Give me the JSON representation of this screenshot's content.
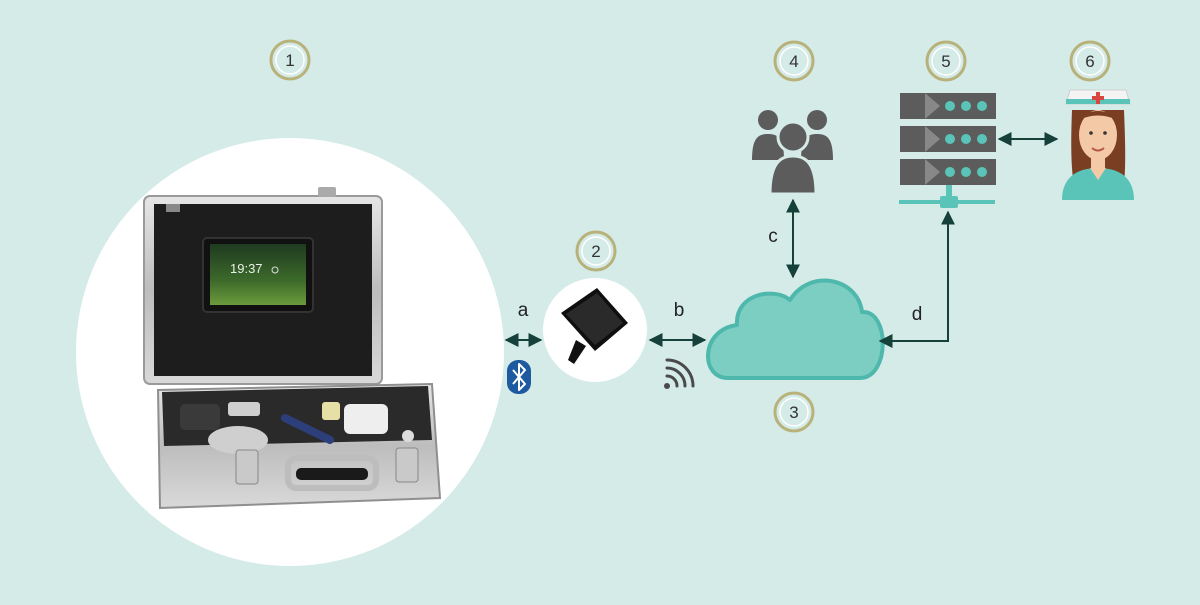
{
  "colors": {
    "background": "#d4ebe8",
    "badge_ring": "#b8b27a",
    "connector": "#16403a",
    "cloud": "#7ccdc2",
    "cloud_stroke": "#4fb8ac",
    "icon_gray": "#5c5c5c",
    "teal": "#5bc4b8",
    "bluetooth": "#1d5aa0"
  },
  "badges": {
    "kit": "1",
    "tablet": "2",
    "cloud": "3",
    "users": "4",
    "server": "5",
    "nurse": "6"
  },
  "links": {
    "a": "a",
    "b": "b",
    "c": "c",
    "d": "d"
  },
  "tablet_screen": {
    "time": "19:37"
  },
  "icons": {
    "kit": "medical-case-icon",
    "tablet": "tablet-icon",
    "cloud": "cloud-icon",
    "users": "users-group-icon",
    "server": "server-stack-icon",
    "nurse": "nurse-icon",
    "bluetooth": "bluetooth-icon",
    "wifi": "wifi-icon"
  }
}
